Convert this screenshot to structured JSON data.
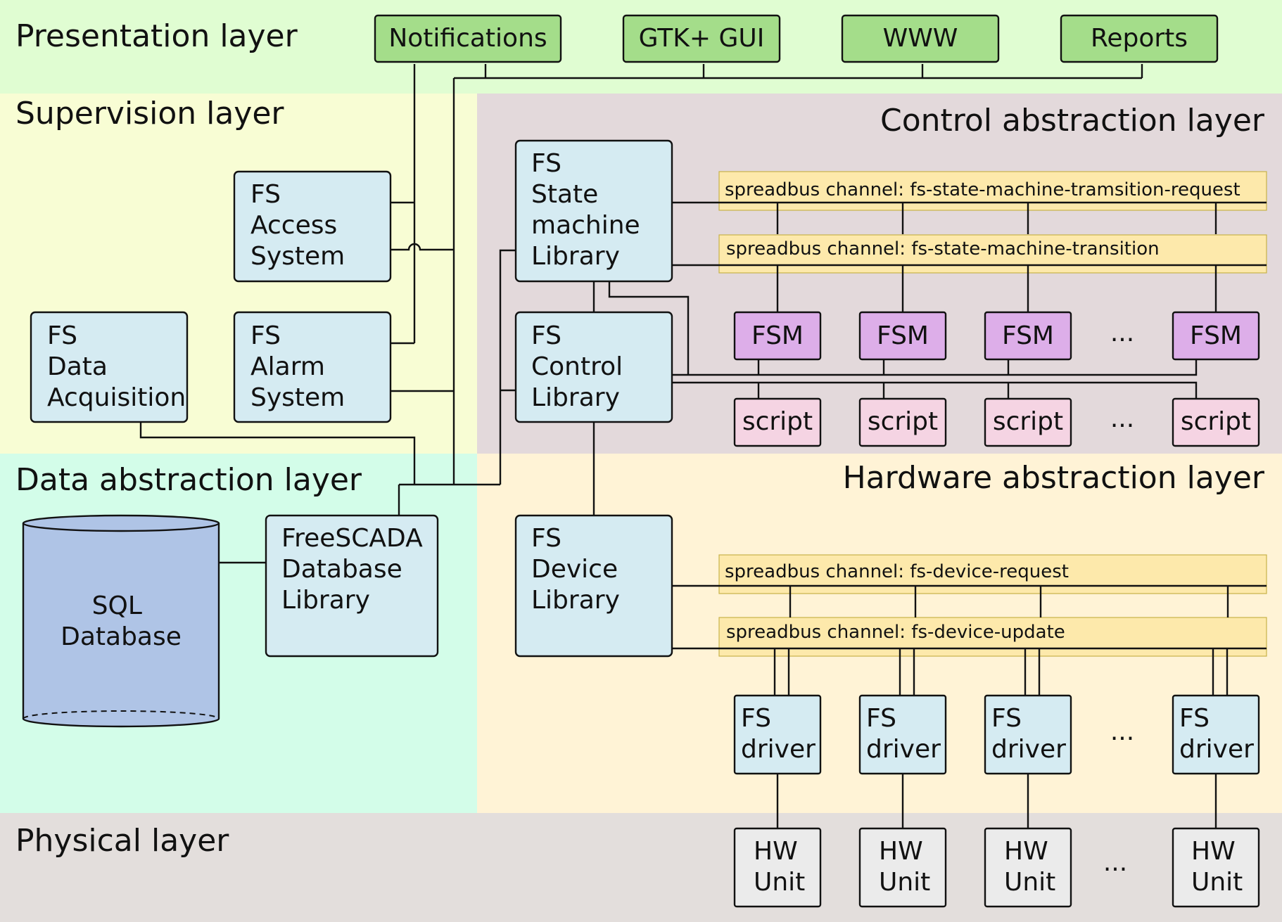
{
  "layers": {
    "presentation": "Presentation layer",
    "supervision": "Supervision layer",
    "control_abstraction": "Control abstraction layer",
    "data_abstraction": "Data abstraction layer",
    "hardware_abstraction": "Hardware abstraction layer",
    "physical": "Physical layer"
  },
  "presentation": {
    "notifications": "Notifications",
    "gtk_gui": "GTK+ GUI",
    "www": "WWW",
    "reports": "Reports"
  },
  "supervision": {
    "access_system": [
      "FS",
      "Access",
      "System"
    ],
    "alarm_system": [
      "FS",
      "Alarm",
      "System"
    ],
    "data_acquisition": [
      "FS",
      "Data",
      "Acquisition"
    ]
  },
  "control": {
    "state_machine_library": [
      "FS",
      "State",
      "machine",
      "Library"
    ],
    "control_library": [
      "FS",
      "Control",
      "Library"
    ],
    "channel_transition_request": "spreadbus channel: fs-state-machine-tramsition-request",
    "channel_transition": "spreadbus channel: fs-state-machine-transition",
    "fsm_label": "FSM",
    "script_label": "script",
    "ellipsis": "..."
  },
  "data": {
    "sql_database": [
      "SQL",
      "Database"
    ],
    "database_library": [
      "FreeSCADA",
      "Database",
      "Library"
    ]
  },
  "hardware": {
    "device_library": [
      "FS",
      "Device",
      "Library"
    ],
    "channel_device_request": "spreadbus channel: fs-device-request",
    "channel_device_update": "spreadbus channel: fs-device-update",
    "driver_label": [
      "FS",
      "driver"
    ],
    "ellipsis": "..."
  },
  "physical": {
    "hw_unit_label": [
      "HW",
      "Unit"
    ],
    "ellipsis": "..."
  },
  "colors": {
    "presentation_bg": "#e0fdd2",
    "supervision_bg": "#f8fdd4",
    "control_bg": "#e3d9db",
    "data_bg": "#d3fde9",
    "hardware_bg": "#fff3d6",
    "physical_bg": "#e3dedc",
    "green_box": "#a4dd8a",
    "blue_box": "#d5ebf2",
    "fsm_box": "#ddaee9",
    "script_box": "#f5d4e3",
    "channel": "#fde9ab",
    "database": "#afc4e6",
    "hw_box": "#ebebeb"
  }
}
